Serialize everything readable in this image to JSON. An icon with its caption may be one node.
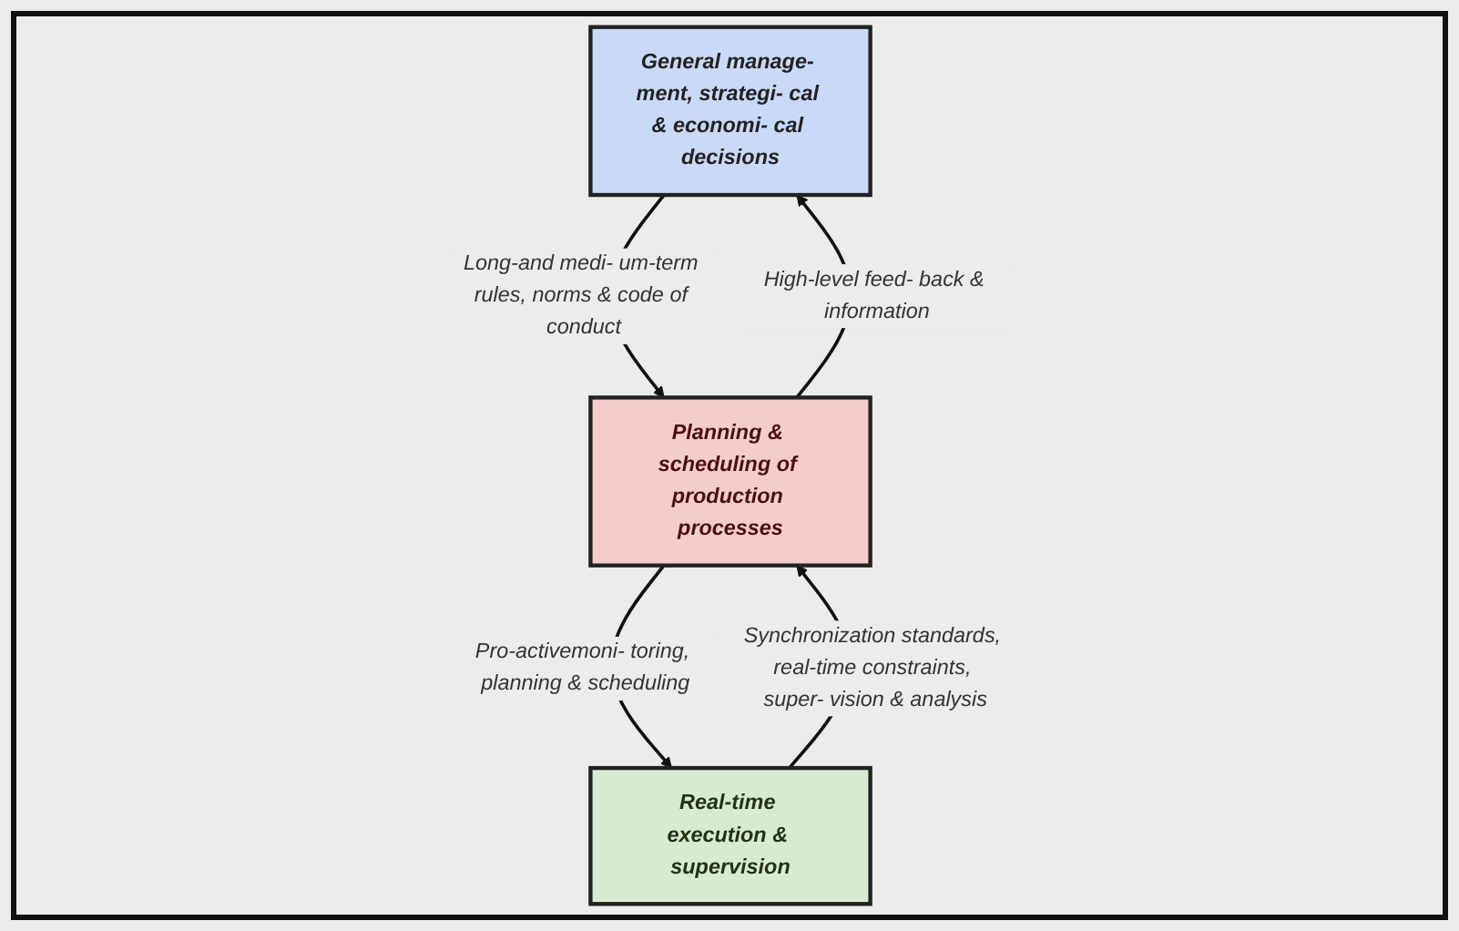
{
  "diagram": {
    "nodes": [
      {
        "text": [
          "General manage- ment, strategi- cal & economi- cal decisions"
        ]
      },
      {
        "text": [
          "Planning & scheduling of production processes"
        ]
      },
      {
        "text": [
          "Real-time execution & supervision"
        ]
      }
    ],
    "edges": [
      {
        "from": 1,
        "to": 0,
        "arrow": "to",
        "label": "High-level feed- back & information"
      },
      {
        "from": 0,
        "to": 1,
        "arrow": "to",
        "label": "Long-and medi- um-term rules, norms & code of conduct"
      },
      {
        "from": 2,
        "to": 1,
        "arrow": "to",
        "label": "Synchronization standards, real-time constraints, super- vision & analysis"
      },
      {
        "from": 1,
        "to": 2,
        "arrow": "to",
        "label": "Pro-activemoni- toring, planning & scheduling"
      }
    ]
  }
}
